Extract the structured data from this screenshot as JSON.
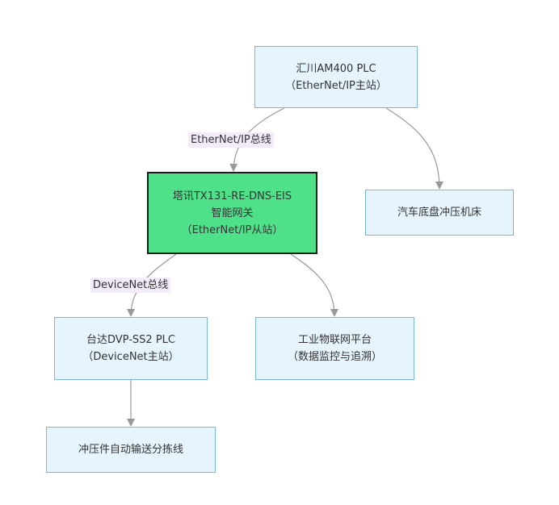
{
  "nodes": {
    "plc_master": {
      "lines": [
        "汇川AM400 PLC",
        "（EtherNet/IP主站）"
      ]
    },
    "gateway": {
      "lines": [
        "塔讯TX131-RE-DNS-EIS",
        "智能网关",
        "（EtherNet/IP从站）"
      ]
    },
    "stamping_machine": {
      "lines": [
        "汽车底盘冲压机床"
      ]
    },
    "delta_plc": {
      "lines": [
        "台达DVP-SS2 PLC",
        "（DeviceNet主站）"
      ]
    },
    "iot_platform": {
      "lines": [
        "工业物联网平台",
        "（数据监控与追溯）"
      ]
    },
    "sorting_line": {
      "lines": [
        "冲压件自动输送分拣线"
      ]
    }
  },
  "edge_labels": {
    "ethernet_bus": "EtherNet/IP总线",
    "devicenet_bus": "DeviceNet总线"
  },
  "colors": {
    "node_fill": "#e6f4fd",
    "node_border": "#78b6e6",
    "gateway_fill": "#4fe08a",
    "gateway_border": "#1a1a1a",
    "edge": "#999999",
    "label_bg": "#f3eafa"
  }
}
